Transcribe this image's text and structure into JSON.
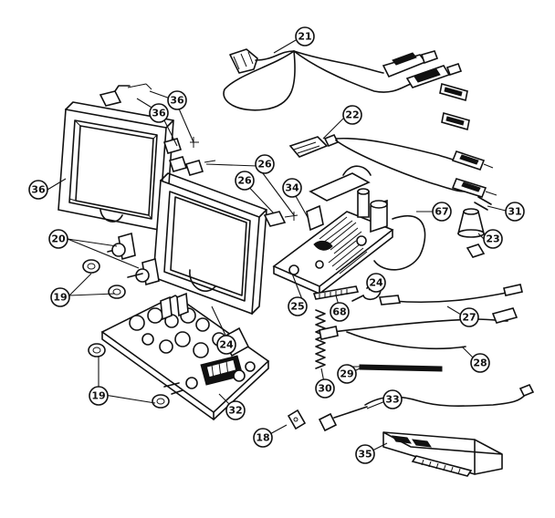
{
  "callouts": {
    "c21": "21",
    "c22": "22",
    "c23": "23",
    "c24a": "24",
    "c24b": "24",
    "c25": "25",
    "c26a": "26",
    "c26b": "26",
    "c27": "27",
    "c28": "28",
    "c29": "29",
    "c30": "30",
    "c31": "31",
    "c32": "32",
    "c33": "33",
    "c34": "34",
    "c35": "35",
    "c36a": "36",
    "c36b": "36",
    "c36c": "36",
    "c18": "18",
    "c19a": "19",
    "c19b": "19",
    "c20": "20",
    "c67": "67",
    "c68": "68"
  }
}
